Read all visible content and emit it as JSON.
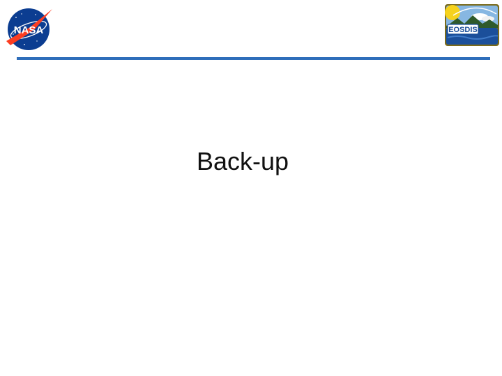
{
  "slide": {
    "title": "Back-up"
  },
  "logos": {
    "left": {
      "name": "nasa-meatball-logo",
      "text": "NASA"
    },
    "right": {
      "name": "eosdis-logo",
      "text": "EOSDIS"
    }
  },
  "colors": {
    "header_rule": "#2f6eba",
    "nasa_blue": "#0b3d91",
    "nasa_red": "#fc3d21",
    "eosdis_sun": "#f6d21c",
    "eosdis_frame": "#7a6a1a"
  }
}
